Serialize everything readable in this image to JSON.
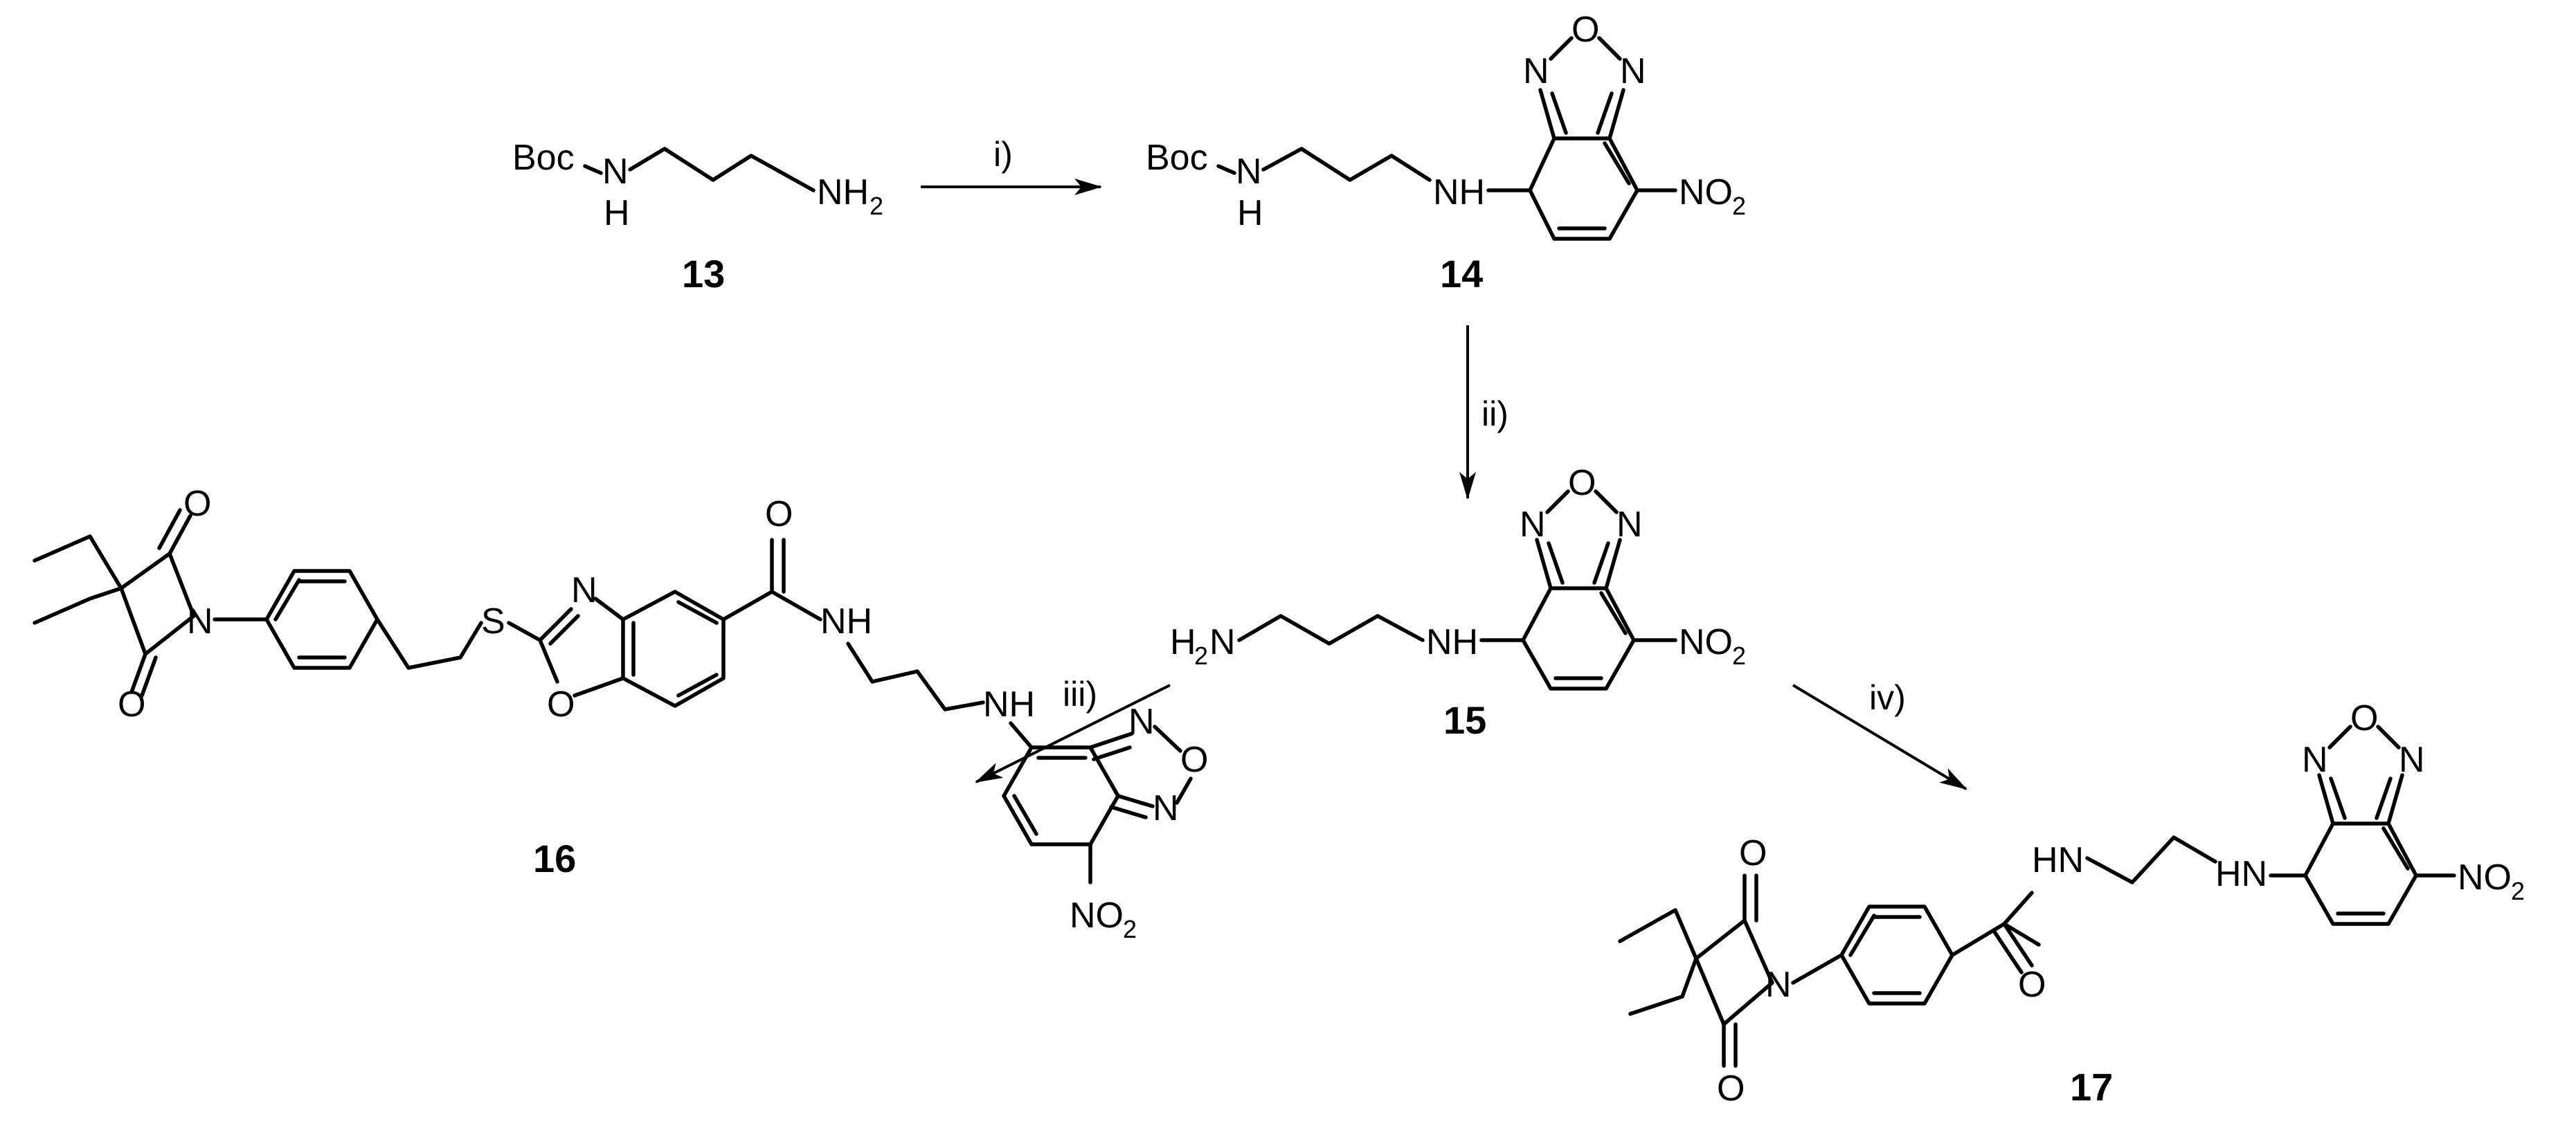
{
  "atoms": {
    "boc": "Boc",
    "n": "N",
    "h": "H",
    "nh": "NH",
    "hn": "HN",
    "nh2": "NH",
    "h2n": "H",
    "two": "2",
    "o": "O",
    "s": "S",
    "no2": "NO"
  },
  "compounds": {
    "c13": "13",
    "c14": "14",
    "c15": "15",
    "c16": "16",
    "c17": "17"
  },
  "reagents": {
    "r1": "i)",
    "r2": "ii)",
    "r3": "iii)",
    "r4": "iv)"
  }
}
